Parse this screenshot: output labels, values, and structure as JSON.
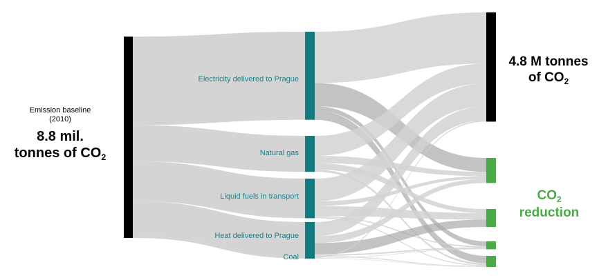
{
  "colors": {
    "link": "#d2d2d2",
    "link_emph": "#a9a9a9",
    "source_bar": "#000000",
    "middle_bar": "#137b80",
    "remaining_bar": "#000000",
    "reduction_bar": "#4aaa47",
    "middle_label": "#1f7f86",
    "reduction_label": "#4aaa47"
  },
  "baseline": {
    "caption_line1": "Emission baseline",
    "caption_line2": "(2010)",
    "value_line1": "8.8 mil.",
    "value_line2_prefix": "tonnes of CO",
    "value_sub": "2"
  },
  "middle_nodes": [
    {
      "id": "electricity",
      "label": "Electricity delivered to Prague",
      "value": 3.87
    },
    {
      "id": "gas",
      "label": "Natural gas",
      "value": 1.58
    },
    {
      "id": "transport",
      "label": "Liquid fuels in transport",
      "value": 1.74
    },
    {
      "id": "heat",
      "label": "Heat delivered to Prague",
      "value": 1.52
    },
    {
      "id": "coal",
      "label": "Coal",
      "value": 0.09
    }
  ],
  "outputs": {
    "remaining": {
      "label_line1": "4.8 M tonnes",
      "label_line2_prefix": "of CO",
      "label_sub": "2",
      "value": 4.8
    },
    "reduction": {
      "label_prefix": "CO",
      "label_sub": "2",
      "label_line2": "reduction",
      "value": 4.0
    }
  },
  "reduction_groups": [
    {
      "id": "r1",
      "value": 1.84
    },
    {
      "id": "r2",
      "value": 1.22
    },
    {
      "id": "r3",
      "value": 0.33
    },
    {
      "id": "r4",
      "value": 0.61
    }
  ],
  "flows": [
    {
      "from": "electricity",
      "to": "remaining",
      "value": 2.25
    },
    {
      "from": "electricity",
      "to": "r1",
      "value": 1.02
    },
    {
      "from": "electricity",
      "to": "r3",
      "value": 0.2
    },
    {
      "from": "electricity",
      "to": "r4",
      "value": 0.4
    },
    {
      "from": "gas",
      "to": "remaining",
      "value": 0.88
    },
    {
      "from": "gas",
      "to": "r1",
      "value": 0.32
    },
    {
      "from": "gas",
      "to": "r2",
      "value": 0.28
    },
    {
      "from": "gas",
      "to": "r4",
      "value": 0.1
    },
    {
      "from": "transport",
      "to": "remaining",
      "value": 1.0
    },
    {
      "from": "transport",
      "to": "r1",
      "value": 0.2
    },
    {
      "from": "transport",
      "to": "r2",
      "value": 0.44
    },
    {
      "from": "transport",
      "to": "r3",
      "value": 0.05
    },
    {
      "from": "transport",
      "to": "r4",
      "value": 0.05
    },
    {
      "from": "heat",
      "to": "remaining",
      "value": 0.62
    },
    {
      "from": "heat",
      "to": "r1",
      "value": 0.3
    },
    {
      "from": "heat",
      "to": "r2",
      "value": 0.5
    },
    {
      "from": "heat",
      "to": "r3",
      "value": 0.06
    },
    {
      "from": "heat",
      "to": "r4",
      "value": 0.04
    },
    {
      "from": "coal",
      "to": "remaining",
      "value": 0.05
    },
    {
      "from": "coal",
      "to": "r3",
      "value": 0.02
    },
    {
      "from": "coal",
      "to": "r4",
      "value": 0.02
    }
  ]
}
